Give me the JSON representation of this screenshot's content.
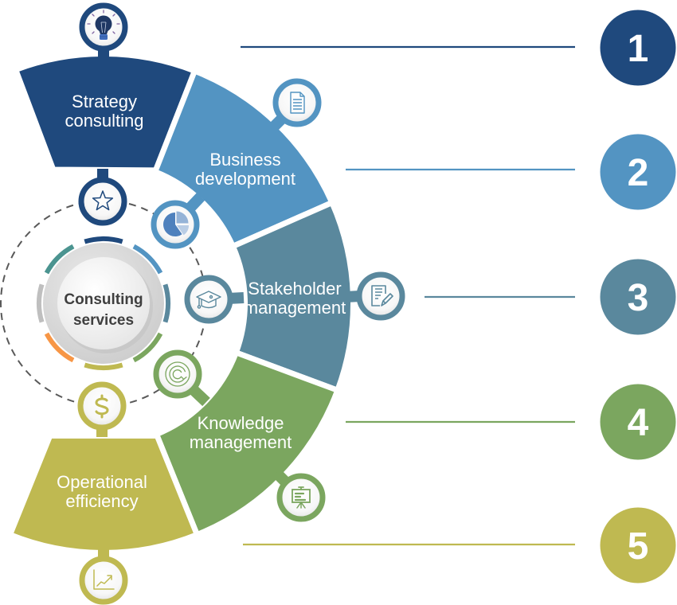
{
  "center": {
    "label_line1": "Consulting",
    "label_line2": "services"
  },
  "steps": [
    {
      "number": "1",
      "label": [
        "Strategy",
        "consulting"
      ],
      "color": "#1F497D",
      "inner_icon": "star-icon",
      "outer_icon": "lightbulb-icon"
    },
    {
      "number": "2",
      "label": [
        "Business",
        "development"
      ],
      "color": "#5394C2",
      "inner_icon": "pie-chart-icon",
      "outer_icon": "document-icon"
    },
    {
      "number": "3",
      "label": [
        "Stakeholder",
        "management"
      ],
      "color": "#5A889D",
      "inner_icon": "graduation-cap-icon",
      "outer_icon": "edit-note-icon"
    },
    {
      "number": "4",
      "label": [
        "Knowledge",
        "management"
      ],
      "color": "#7BA65F",
      "inner_icon": "refresh-icon",
      "outer_icon": "presentation-board-icon"
    },
    {
      "number": "5",
      "label": [
        "Operational",
        "efficiency"
      ],
      "color": "#BFB951",
      "inner_icon": "dollar-icon",
      "outer_icon": "growth-chart-icon"
    }
  ],
  "center_ring_colors": [
    "#1F497D",
    "#5394C2",
    "#5A889D",
    "#7BA65F",
    "#BFB951",
    "#F79646",
    "#BFBFBF",
    "#4B9490"
  ]
}
